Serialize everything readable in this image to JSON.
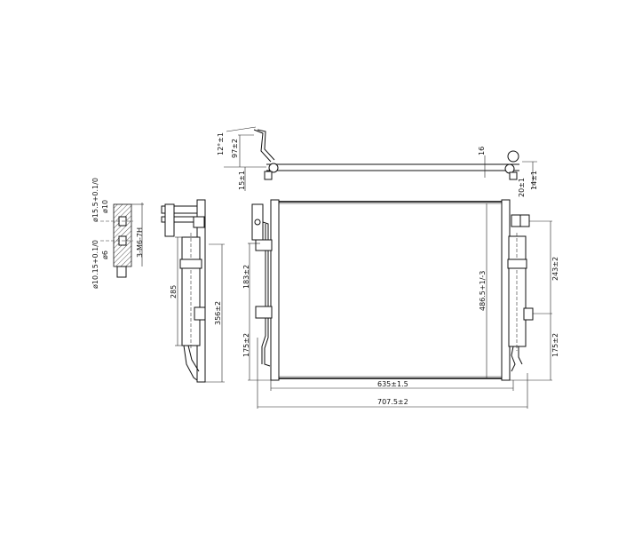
{
  "drawing": {
    "title": "Condenser technical drawing",
    "section_detail": {
      "dia_outer": "ø15.5+0.1/0",
      "dia_inner_top": "ø10",
      "thread": "3-M6-7H",
      "dia_inner_bottom": "ø6",
      "dia_lower": "ø10.15+0.1/0"
    },
    "side_view": {
      "receiver_length": "285",
      "overall_height": "356±2"
    },
    "top_view": {
      "angle": "12°±1",
      "bracket_height": "97±2",
      "left_offset": "15±1",
      "thickness": "16",
      "right_offset_a": "20±1",
      "right_offset_b": "14±1"
    },
    "front_view": {
      "left_upper": "183±2",
      "left_lower": "175±2",
      "core_height": "486.5+1/-3",
      "right_upper": "243±2",
      "right_lower": "175±2",
      "core_width": "635±1.5",
      "overall_width": "707.5±2"
    }
  }
}
